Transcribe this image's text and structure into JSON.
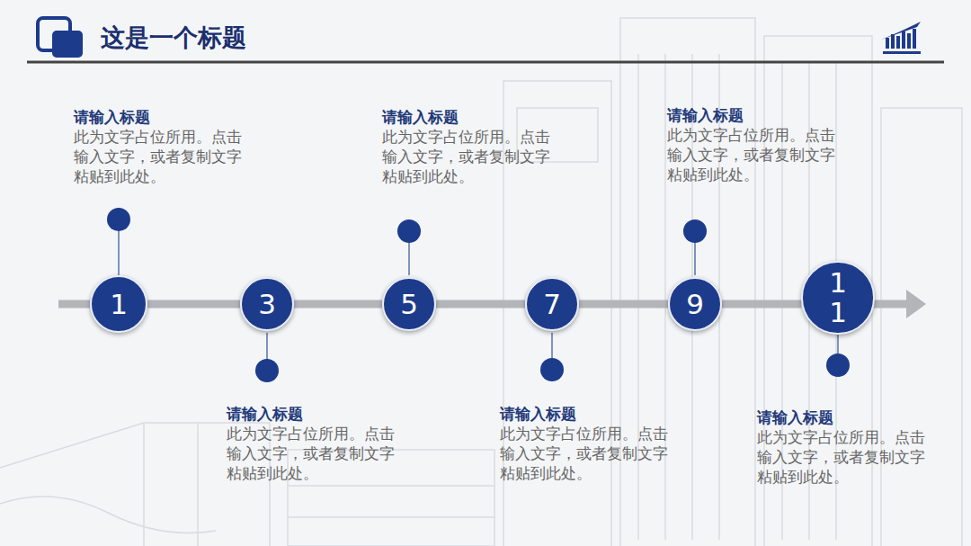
{
  "diagram": {
    "title": "这是一个标题",
    "nodes": [
      {
        "text": [
          "1"
        ]
      },
      {
        "text": [
          "3"
        ]
      },
      {
        "text": [
          "5"
        ]
      },
      {
        "text": [
          "7"
        ]
      },
      {
        "text": [
          "9"
        ]
      },
      {
        "text": [
          "11"
        ]
      }
    ],
    "edges": [
      {
        "from": 0,
        "to": 1,
        "arrow": "none"
      },
      {
        "from": 1,
        "to": 2,
        "arrow": "none"
      },
      {
        "from": 2,
        "to": 3,
        "arrow": "none"
      },
      {
        "from": 3,
        "to": 4,
        "arrow": "none"
      },
      {
        "from": 4,
        "to": 5,
        "arrow": "none"
      }
    ],
    "labels": [
      "请输入标题",
      "此为文字占位所用。点击输入文字，或者复制文字粘贴到此处。",
      "请输入标题",
      "此为文字占位所用。点击输入文字，或者复制文字粘贴到此处。",
      "请输入标题",
      "此为文字占位所用。点击输入文字，或者复制文字粘贴到此处。",
      "请输入标题",
      "此为文字占位所用。点击输入文字，或者复制文字粘贴到此处。",
      "请输入标题",
      "此为文字占位所用。点击输入文字，或者复制文字粘贴到此处。",
      "请输入标题",
      "此为文字占位所用。点击输入文字，或者复制文字粘贴到此处。"
    ]
  }
}
